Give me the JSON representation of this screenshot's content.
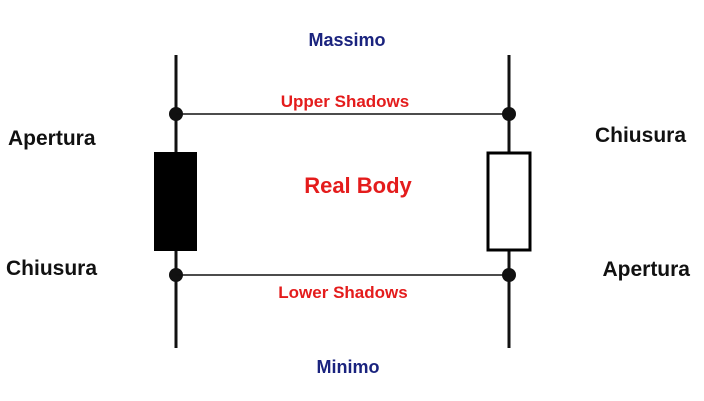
{
  "labels": {
    "massimo": "Massimo",
    "minimo": "Minimo",
    "upper_shadows": "Upper Shadows",
    "lower_shadows": "Lower Shadows",
    "real_body": "Real Body",
    "left_open": "Apertura",
    "left_close": "Chiusura",
    "right_close": "Chiusura",
    "right_open": "Apertura"
  },
  "colors": {
    "arrow_blue": "#1a237e",
    "arrow_red": "#e41c1c",
    "line": "#111111",
    "bearish_body": "#000000",
    "bullish_body": "#ffffff"
  },
  "candles": [
    {
      "name": "left-candle",
      "type": "bearish",
      "fill": "black"
    },
    {
      "name": "right-candle",
      "type": "bullish",
      "fill": "white"
    }
  ]
}
